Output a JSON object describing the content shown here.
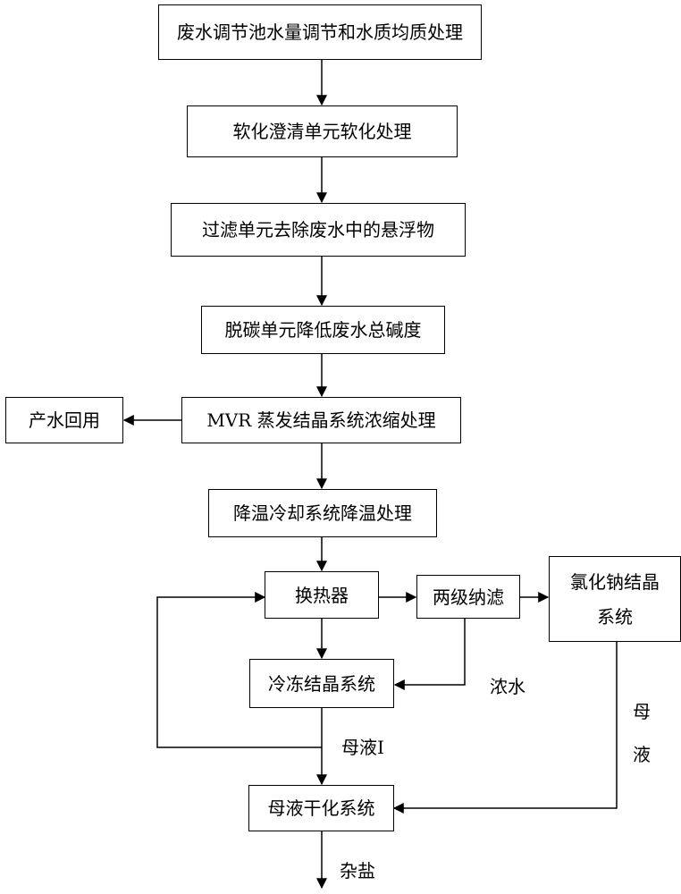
{
  "nodes": {
    "n1": "废水调节池水量调节和水质均质处理",
    "n2": "软化澄清单元软化处理",
    "n3": "过滤单元去除废水中的悬浮物",
    "n4": "脱碳单元降低废水总碱度",
    "n5": "MVR 蒸发结晶系统浓缩处理",
    "n6": "产水回用",
    "n7": "降温冷却系统降温处理",
    "n8": "换热器",
    "n9": "两级纳滤",
    "n10_line1": "氯化钠结晶",
    "n10_line2": "系统",
    "n11": "冷冻结晶系统",
    "n12": "母液干化系统"
  },
  "edge_labels": {
    "concentrate": "浓水",
    "mother_liquor_1": "母液I",
    "mother_liquor_v1": "母",
    "mother_liquor_v2": "液",
    "mixed_salt": "杂盐"
  }
}
